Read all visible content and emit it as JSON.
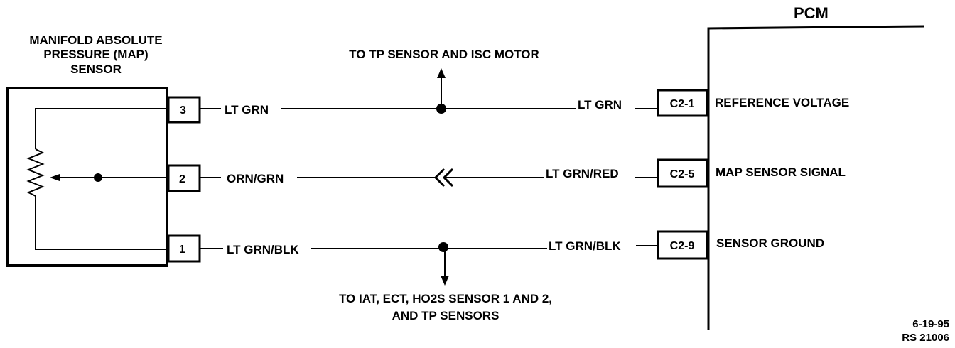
{
  "sensor": {
    "title_line1": "MANIFOLD ABSOLUTE",
    "title_line2": "PRESSURE (MAP)",
    "title_line3": "SENSOR"
  },
  "pcm": {
    "title": "PCM"
  },
  "circuits": [
    {
      "sensor_pin": "3",
      "sensor_wire": "LT GRN",
      "pcm_wire": "LT GRN",
      "pcm_pin": "C2-1",
      "function": "REFERENCE VOLTAGE"
    },
    {
      "sensor_pin": "2",
      "sensor_wire": "ORN/GRN",
      "pcm_wire": "LT GRN/RED",
      "pcm_pin": "C2-5",
      "function": "MAP SENSOR SIGNAL"
    },
    {
      "sensor_pin": "1",
      "sensor_wire": "LT GRN/BLK",
      "pcm_wire": "LT GRN/BLK",
      "pcm_pin": "C2-9",
      "function": "SENSOR GROUND"
    }
  ],
  "branches": {
    "up": "TO TP SENSOR AND ISC MOTOR",
    "down_line1": "TO IAT, ECT, HO2S SENSOR 1 AND 2,",
    "down_line2": "AND TP SENSORS"
  },
  "footer": {
    "date": "6-19-95",
    "ref": "RS 21006"
  }
}
